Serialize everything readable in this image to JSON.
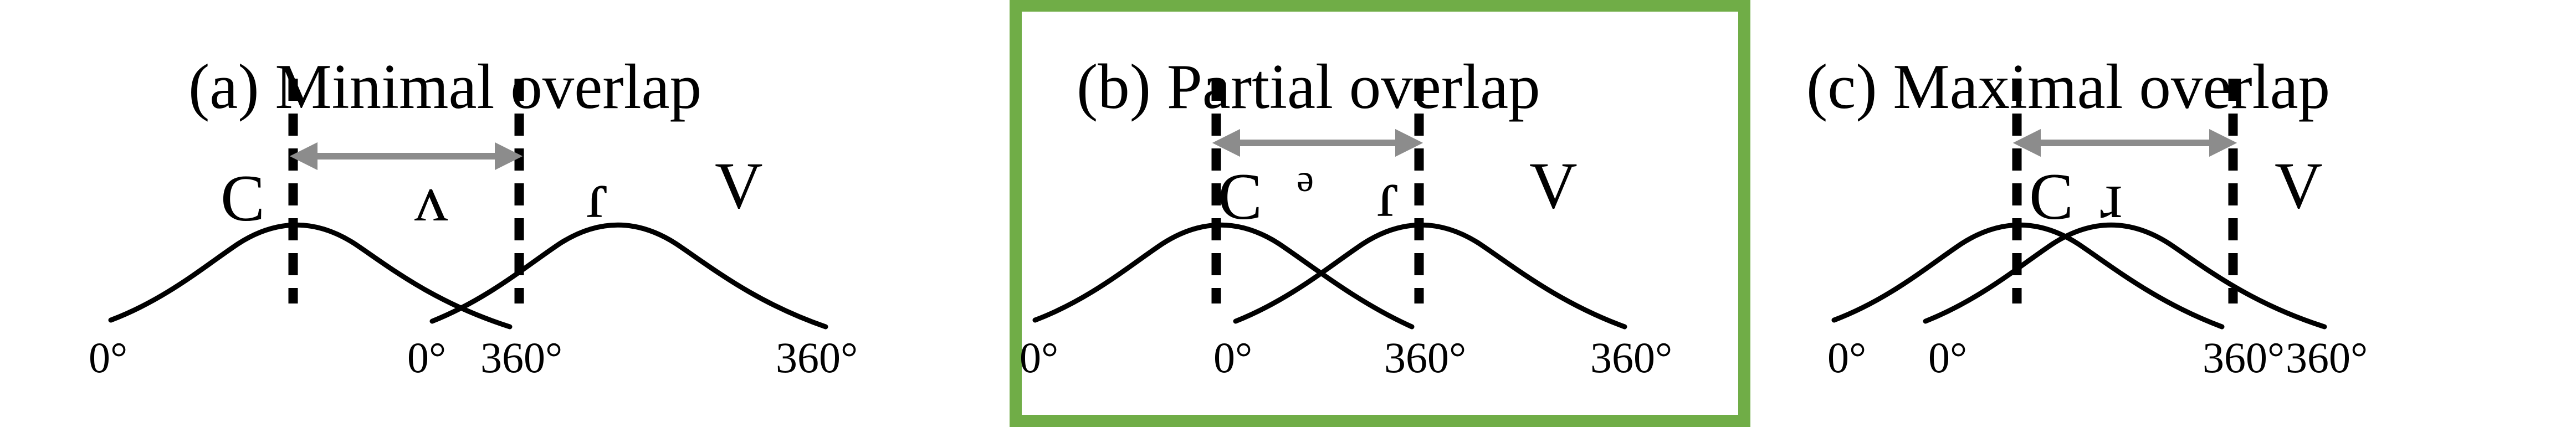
{
  "figure": {
    "highlight_color": "#70ad47",
    "arrow_color": "#8c8c8c",
    "ink_color": "#000000",
    "panels": [
      {
        "title": "(a) Minimal overlap",
        "consonant": "C",
        "middle": "ʌ",
        "liquid": "ɾ",
        "vowel": "V",
        "deg_first_start": "0°",
        "deg_second_start": "0°",
        "deg_first_end": "360°",
        "deg_second_end": "360°",
        "highlighted": false
      },
      {
        "title": "(b) Partial overlap",
        "consonant": "C",
        "middle": "ə",
        "liquid": "ɾ",
        "vowel": "V",
        "deg_first_start": "0°",
        "deg_second_start": "0°",
        "deg_first_end": "360°",
        "deg_second_end": "360°",
        "highlighted": true
      },
      {
        "title": "(c) Maximal overlap",
        "consonant": "C",
        "middle": "",
        "liquid": "ɹ",
        "vowel": "V",
        "deg_first_start": "0°",
        "deg_second_start": "0°",
        "deg_first_end": "360°",
        "deg_second_end": "360°",
        "highlighted": false
      }
    ]
  }
}
